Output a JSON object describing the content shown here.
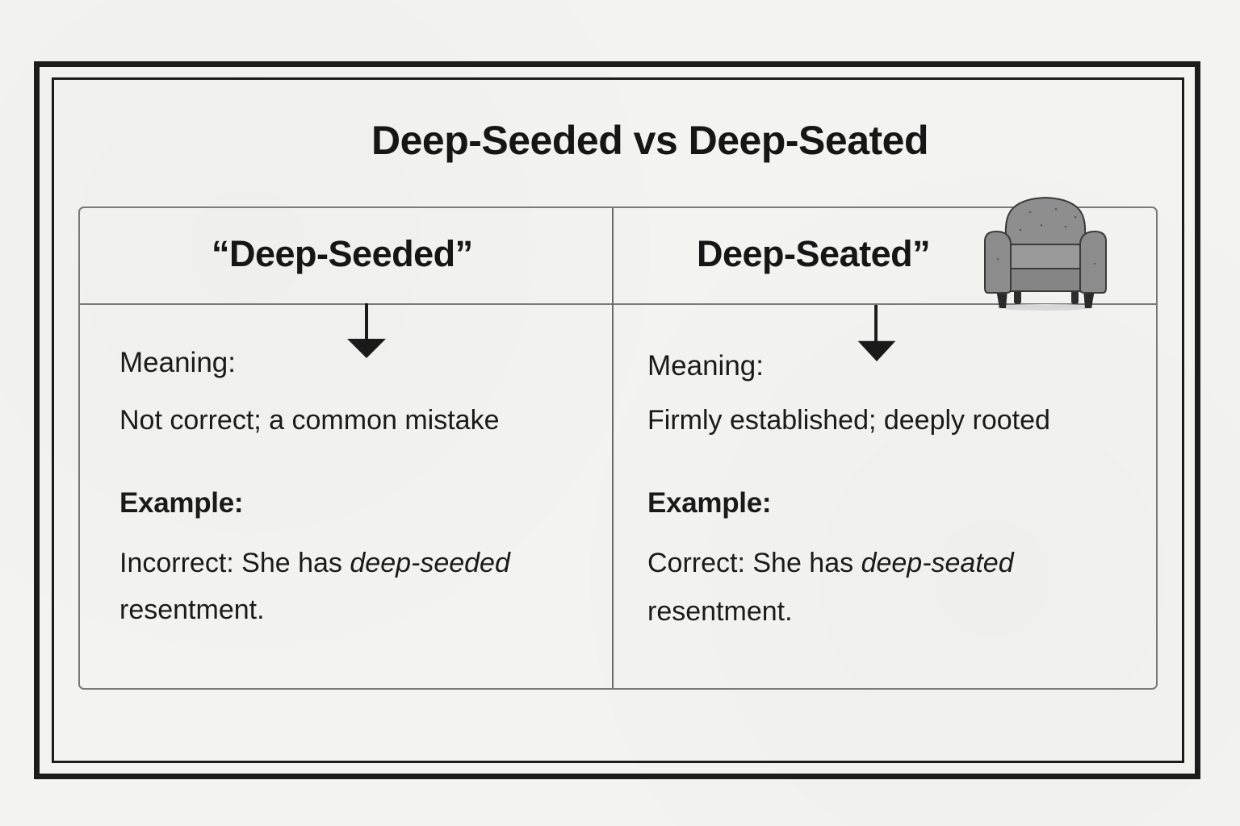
{
  "title": "Deep-Seeded vs Deep-Seated",
  "columns": [
    {
      "header": "“Deep-Seeded”",
      "meaning_label": "Meaning:",
      "meaning_text": "Not correct; a common mistake",
      "example_label": "Example:",
      "example_prefix": "Incorrect: She has ",
      "example_term": "deep-seeded",
      "example_suffix": "resentment.",
      "arrow_icon": "down-arrow-icon"
    },
    {
      "header": "Deep-Seated”",
      "meaning_label": "Meaning:",
      "meaning_text": "Firmly established; deeply rooted",
      "example_label": "Example:",
      "example_prefix": "Correct: She has ",
      "example_term": "deep-seated",
      "example_suffix": "resentment.",
      "arrow_icon": "down-arrow-icon",
      "illustration": "armchair-icon"
    }
  ],
  "colors": {
    "background": "#f3f3f2",
    "frame": "#1c1c1c",
    "table_border": "#7a7a7a",
    "text": "#1a1a1a",
    "chair_fill": "#8a8a8a"
  }
}
